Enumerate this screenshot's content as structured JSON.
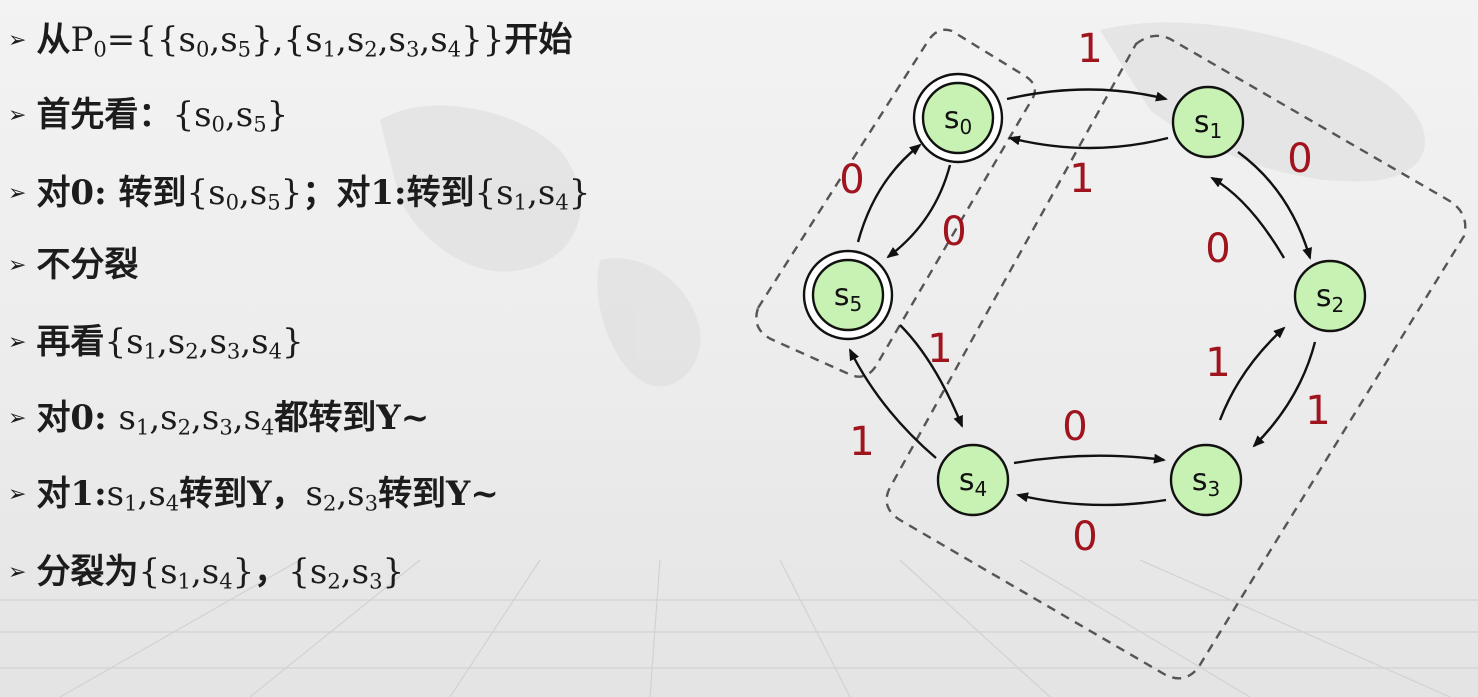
{
  "bullets": {
    "marker": "➢",
    "b1": {
      "prefix": "从",
      "p_sub": "0",
      "eq": "={{",
      "s0": "0",
      "s5": "5",
      "s1": "1",
      "s2": "2",
      "s3": "3",
      "s4": "4",
      "tail": "开始"
    },
    "b2": {
      "prefix": "首先看：",
      "s0": "0",
      "s5": "5"
    },
    "b3": {
      "a": "对0: 转到",
      "s0": "0",
      "s5": "5",
      "b": "；对1:转到",
      "s1": "1",
      "s4": "4"
    },
    "b4": {
      "text": "不分裂"
    },
    "b5": {
      "prefix": "再看",
      "s1": "1",
      "s2": "2",
      "s3": "3",
      "s4": "4"
    },
    "b6": {
      "prefix": "对0: ",
      "s1": "1",
      "s2": "2",
      "s3": "3",
      "s4": "4",
      "tail": "都转到Y~"
    },
    "b7": {
      "prefix": "对1:",
      "s1": "1",
      "s4": "4",
      "mid": "转到Y，",
      "s2": "2",
      "s3": "3",
      "tail": "转到Y~"
    },
    "b8": {
      "prefix": "分裂为",
      "s1": "1",
      "s4": "4",
      "sep": "，",
      "s2": "2",
      "s3": "3"
    }
  },
  "diagram": {
    "node_fill": "#c8f2b4",
    "edge_label_color": "#a0141e",
    "nodes": [
      {
        "id": "s0",
        "letter": "s",
        "sub": "0",
        "accepting": true
      },
      {
        "id": "s1",
        "letter": "s",
        "sub": "1",
        "accepting": false
      },
      {
        "id": "s2",
        "letter": "s",
        "sub": "2",
        "accepting": false
      },
      {
        "id": "s3",
        "letter": "s",
        "sub": "3",
        "accepting": false
      },
      {
        "id": "s4",
        "letter": "s",
        "sub": "4",
        "accepting": false
      },
      {
        "id": "s5",
        "letter": "s",
        "sub": "5",
        "accepting": true
      }
    ],
    "edges": [
      {
        "from": "s0",
        "to": "s1",
        "label": "1"
      },
      {
        "from": "s1",
        "to": "s0",
        "label": "1"
      },
      {
        "from": "s1",
        "to": "s2",
        "label": "0"
      },
      {
        "from": "s2",
        "to": "s1",
        "label": "0"
      },
      {
        "from": "s2",
        "to": "s3",
        "label": "1"
      },
      {
        "from": "s3",
        "to": "s2",
        "label": "1"
      },
      {
        "from": "s4",
        "to": "s3",
        "label": "0"
      },
      {
        "from": "s3",
        "to": "s4",
        "label": "0"
      },
      {
        "from": "s5",
        "to": "s4",
        "label": "1"
      },
      {
        "from": "s4",
        "to": "s5",
        "label": "1"
      },
      {
        "from": "s5",
        "to": "s0",
        "label": "0"
      },
      {
        "from": "s0",
        "to": "s5",
        "label": "0"
      }
    ]
  }
}
